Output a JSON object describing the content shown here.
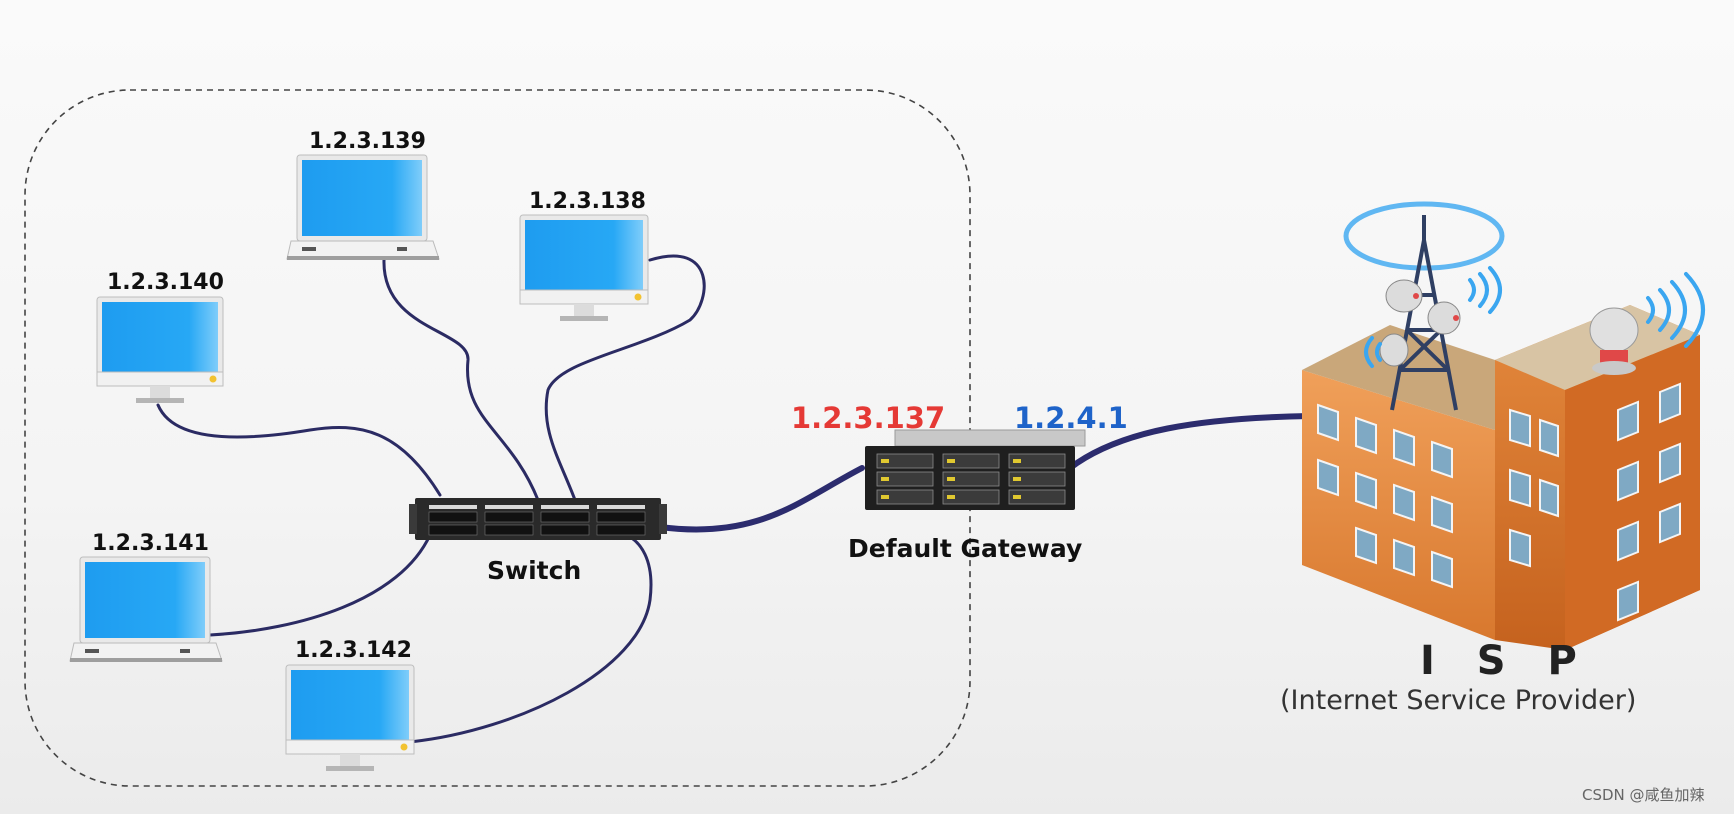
{
  "hosts": [
    {
      "ip": "1.2.3.139"
    },
    {
      "ip": "1.2.3.138"
    },
    {
      "ip": "1.2.3.140"
    },
    {
      "ip": "1.2.3.141"
    },
    {
      "ip": "1.2.3.142"
    }
  ],
  "switch": {
    "label": "Switch"
  },
  "gateway": {
    "label": "Default Gateway",
    "lan_ip": "1.2.3.137",
    "wan_ip": "1.2.4.1",
    "lan_ip_color": "#e53935",
    "wan_ip_color": "#1e63c9"
  },
  "isp": {
    "title": "I S P",
    "subtitle": "(Internet Service Provider)"
  },
  "watermark": "CSDN @咸鱼加辣"
}
